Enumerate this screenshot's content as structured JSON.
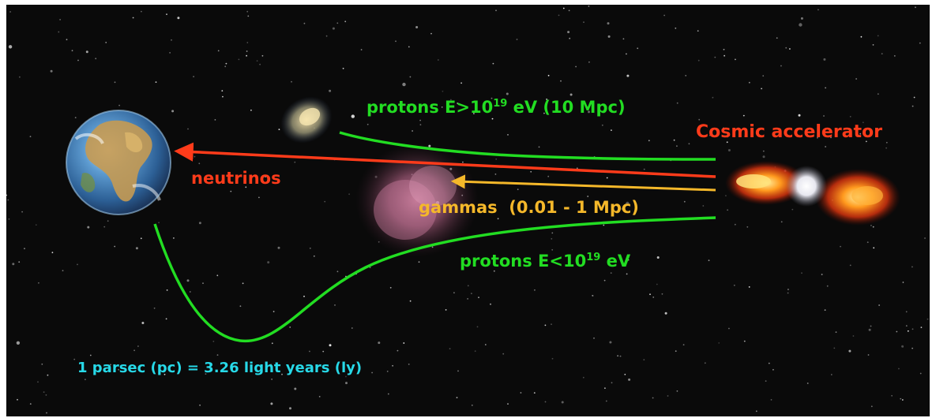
{
  "colors": {
    "background": "#0a0a0a",
    "green": "#22dd22",
    "red": "#ff3b1a",
    "gold": "#f5b82a",
    "cyan": "#27d9e8"
  },
  "labels": {
    "protons_high": {
      "prefix": "protons E>10",
      "exponent": "19",
      "suffix": " eV (10 Mpc)"
    },
    "cosmic_accelerator": "Cosmic accelerator",
    "neutrinos": "neutrinos",
    "gammas": "gammas  (0.01 - 1 Mpc)",
    "protons_low": {
      "prefix": "protons E<10",
      "exponent": "19",
      "suffix": " eV"
    },
    "parsec_note": "1 parsec (pc) = 3.26 light years (ly)"
  }
}
